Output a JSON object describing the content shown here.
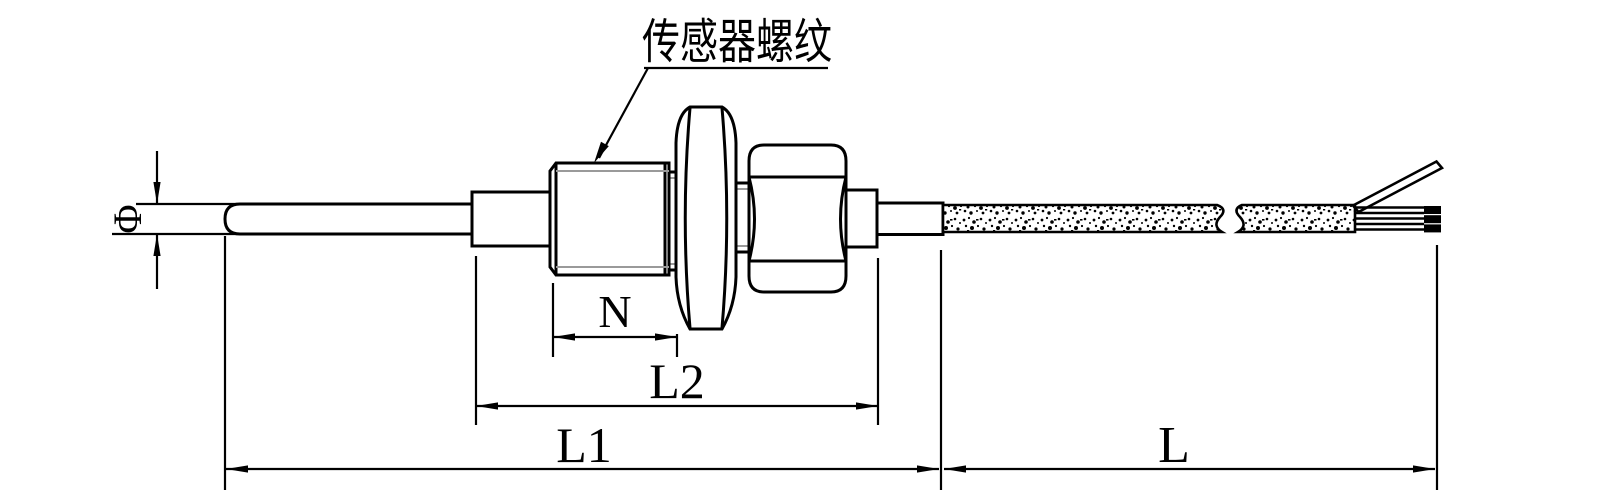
{
  "labels": {
    "sensor_thread": "传感器螺纹"
  },
  "dims": {
    "phi": "Φ",
    "n": "N",
    "l2": "L2",
    "l1": "L1",
    "l": "L"
  },
  "colors": {
    "line": "#000000",
    "thread_line": "#9a9a9a",
    "background": "#ffffff"
  }
}
